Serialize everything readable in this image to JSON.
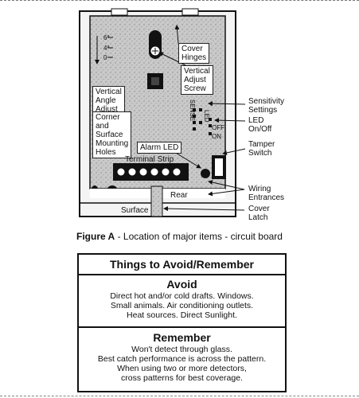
{
  "diagram": {
    "labels": {
      "cover_hinges": "Cover\nHinges",
      "vertical_adjust_screw": "Vertical\nAdjust\nScrew",
      "vertical_angle_adjust": "Vertical\nAngle\nAdjust",
      "corner_holes": "Corner\nand\nSurface\nMounting\nHoles",
      "alarm_led": "Alarm LED",
      "terminal_strip": "Terminal Strip",
      "sensitivity_settings": "Sensitivity\nSettings",
      "led_onoff": "LED\nOn/Off",
      "tamper_switch": "Tamper\nSwitch",
      "wiring_entrances": "Wiring\nEntrances",
      "cover_latch": "Cover\nLatch",
      "rear": "Rear",
      "surface": "Surface",
      "sense": "SENSE",
      "led_small": "LED",
      "off": "OFF",
      "on": "ON",
      "angle_marks": [
        "6°",
        "4°",
        "0"
      ]
    }
  },
  "caption": {
    "bold": "Figure A",
    "rest": " - Location of major items - circuit board"
  },
  "table": {
    "title": "Things to Avoid/Remember",
    "avoid": {
      "heading": "Avoid",
      "lines": [
        "Direct hot and/or cold drafts. Windows.",
        "Small animals. Air conditioning outlets.",
        "Heat sources. Direct Sunlight."
      ]
    },
    "remember": {
      "heading": "Remember",
      "lines": [
        "Won't detect through glass.",
        "Best catch performance is across the pattern.",
        "When using two or more detectors,",
        "cross patterns for best coverage."
      ]
    }
  }
}
